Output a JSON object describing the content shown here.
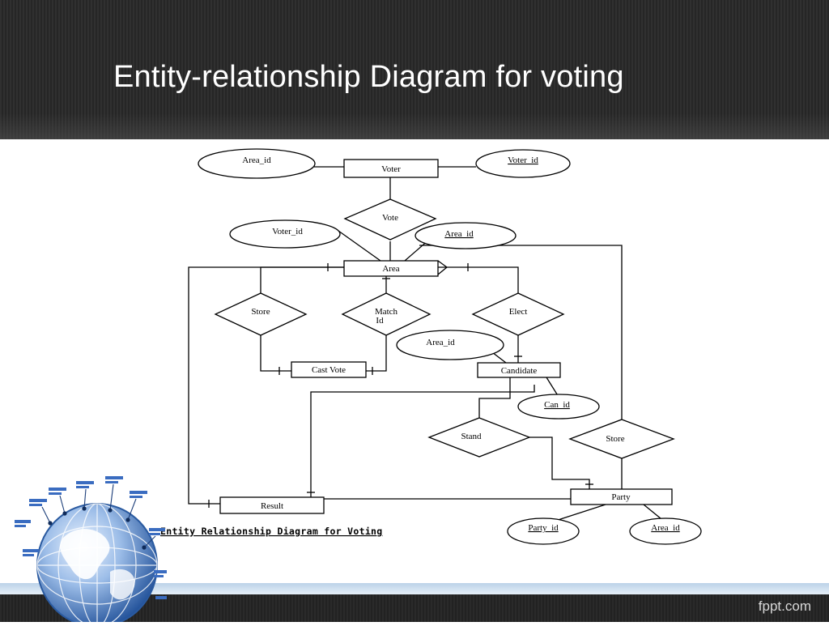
{
  "slide": {
    "title": "Entity-relationship Diagram for voting",
    "brand": "fppt.com"
  },
  "diagram": {
    "caption": "Entity Relationship Diagram for Voting",
    "entities": {
      "voter": "Voter",
      "area": "Area",
      "cast_vote": "Cast Vote",
      "candidate": "Candidate",
      "result": "Result",
      "party": "Party"
    },
    "relationships": {
      "vote": "Vote",
      "store_area": "Store",
      "match_id_line1": "Match",
      "match_id_line2": "Id",
      "elect": "Elect",
      "stand": "Stand",
      "store_party": "Store"
    },
    "attributes": {
      "voter_area_id": "Area_id",
      "voter_voter_id": "Voter_id",
      "area_voter_id": "Voter_id",
      "area_area_id": "Area_id",
      "candidate_area_id": "Area_id",
      "candidate_can_id": "Can_id",
      "party_party_id": "Party_id",
      "party_area_id": "Area_id"
    }
  },
  "colors": {
    "header_bg": "#2b2b2b",
    "title_text": "#ffffff",
    "diagram_ink": "#000000",
    "globe_blue": "#2f5fa8",
    "footer_band": "#cfe0f1"
  },
  "icons": {
    "globe": "globe-icon"
  }
}
